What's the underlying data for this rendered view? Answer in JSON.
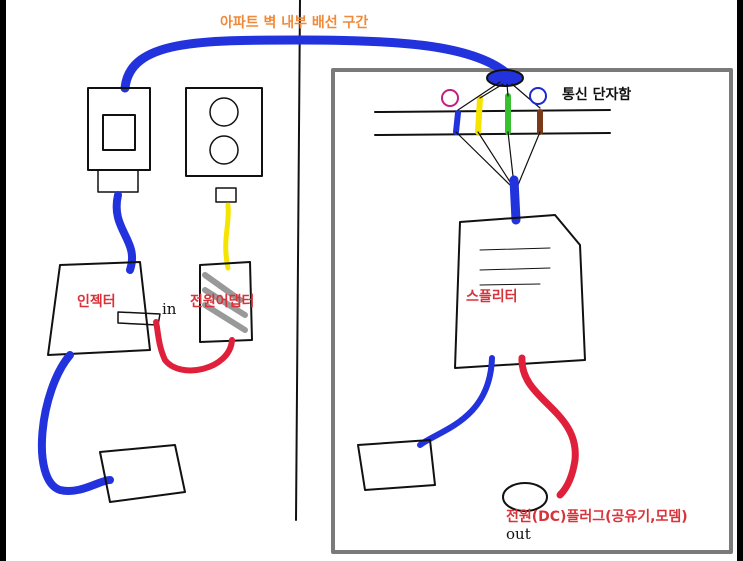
{
  "labels": {
    "wall_wiring": "아파트 벽 내부 배선 구간",
    "telecom_box": "통신 단자함",
    "injector": "인젝터",
    "power_adapter": "전원어댑터",
    "in": "in",
    "splitter": "스플리터",
    "dc_plug": "전원(DC)플러그(공유기,모뎀)",
    "out": "out"
  },
  "colors": {
    "cable_blue": "#2233dd",
    "power_red": "#e0203a",
    "power_yellow": "#f5e400",
    "label_red": "#d8333a",
    "label_orange": "#f08a3a",
    "box_gray": "#7a7a7a"
  }
}
